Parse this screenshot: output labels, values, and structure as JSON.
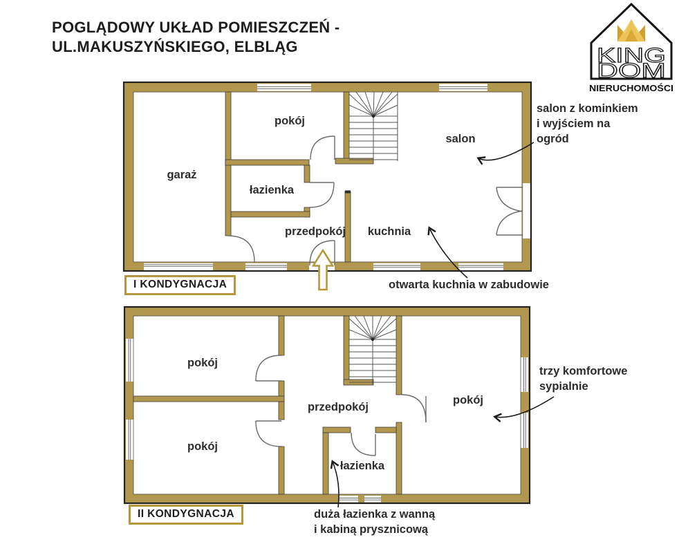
{
  "title": {
    "line1": "POGLĄDOWY UKŁAD POMIESZCZEŃ -",
    "line2": "UL.MAKUSZYŃSKIEGO, ELBLĄG"
  },
  "logo": {
    "brand_top": "KING",
    "brand_bottom": "DOM",
    "subtitle": "NIERUCHOMOŚCI"
  },
  "colors": {
    "wall_gold": "#b2984f",
    "accent_gold": "#b5973d",
    "crown_gold": "#d3a02f",
    "crown_gold_light": "#eec75f",
    "text_dark": "#2b2b2b"
  },
  "floor1": {
    "label": "I KONDYGNACJA",
    "rooms": [
      {
        "name": "garaż"
      },
      {
        "name": "pokój"
      },
      {
        "name": "łazienka"
      },
      {
        "name": "przedpokój"
      },
      {
        "name": "kuchnia"
      },
      {
        "name": "salon"
      }
    ],
    "annotations": {
      "salon": "salon z kominkiem\ni wyjściem na\nogród",
      "kitchen": "otwarta kuchnia w zabudowie"
    }
  },
  "floor2": {
    "label": "II KONDYGNACJA",
    "rooms": [
      {
        "name": "pokój"
      },
      {
        "name": "pokój"
      },
      {
        "name": "przedpokój"
      },
      {
        "name": "pokój"
      },
      {
        "name": "łazienka"
      }
    ],
    "annotations": {
      "bedrooms": "trzy komfortowe\nsypialnie",
      "bathroom": "duża łazienka z wanną\ni kabiną prysznicową"
    }
  }
}
